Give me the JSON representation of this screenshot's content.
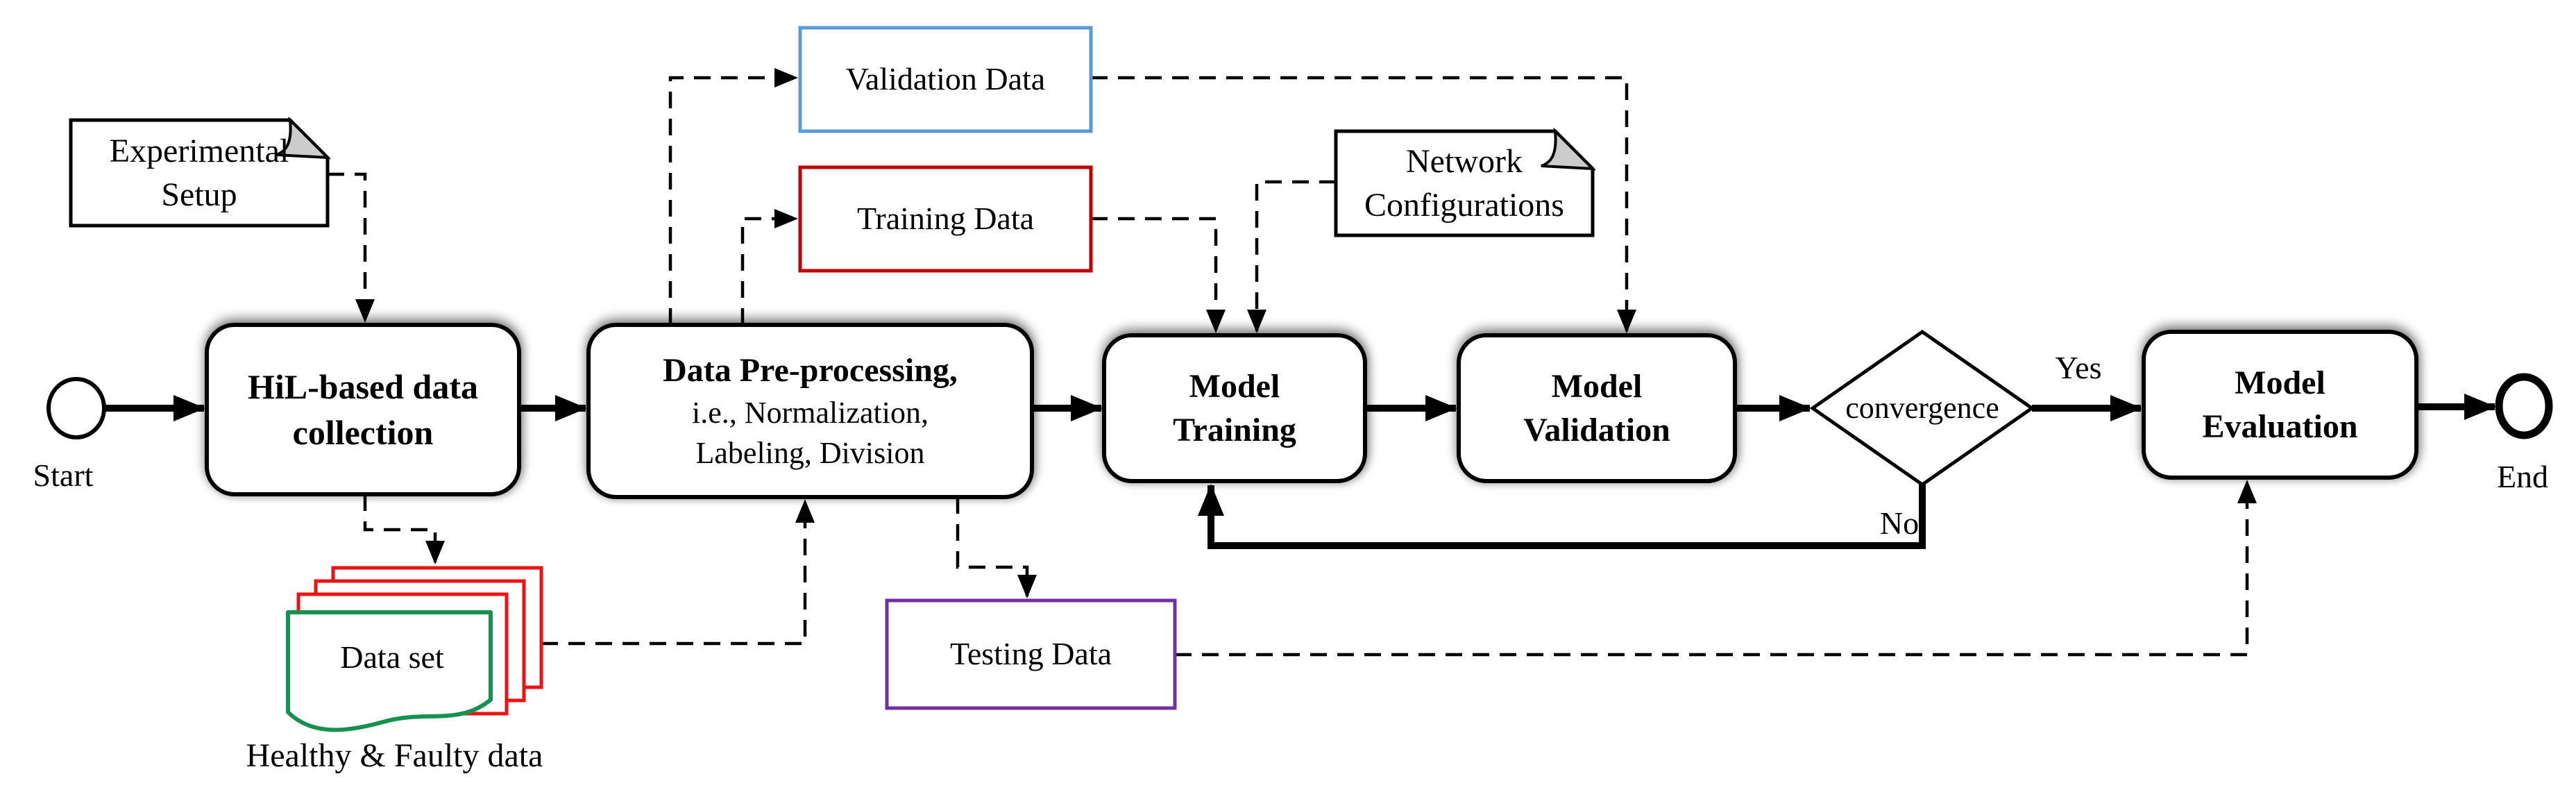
{
  "flow": {
    "start_label": "Start",
    "end_label": "End",
    "yes_label": "Yes",
    "no_label": "No"
  },
  "processes": {
    "hil": "HiL-based data\ncollection",
    "preprocessing_title": "Data Pre-processing,",
    "preprocessing_detail": "i.e., Normalization,\nLabeling, Division",
    "model_training": "Model\nTraining",
    "model_validation": "Model\nValidation",
    "model_evaluation": "Model\nEvaluation"
  },
  "decision": {
    "convergence": "convergence"
  },
  "documents": {
    "experimental_setup": "Experimental\nSetup",
    "network_configurations": "Network\nConfigurations",
    "data_set": "Data set",
    "data_set_caption": "Healthy & Faulty data"
  },
  "data_stores": {
    "validation_data": {
      "label": "Validation Data",
      "border_color": "#5b9bd5"
    },
    "training_data": {
      "label": "Training Data",
      "border_color": "#c00000"
    },
    "testing_data": {
      "label": "Testing Data",
      "border_color": "#7030a0"
    }
  },
  "colors": {
    "stack_red": "#ee1313",
    "doc_green": "#17914f",
    "line_black": "#000000"
  }
}
